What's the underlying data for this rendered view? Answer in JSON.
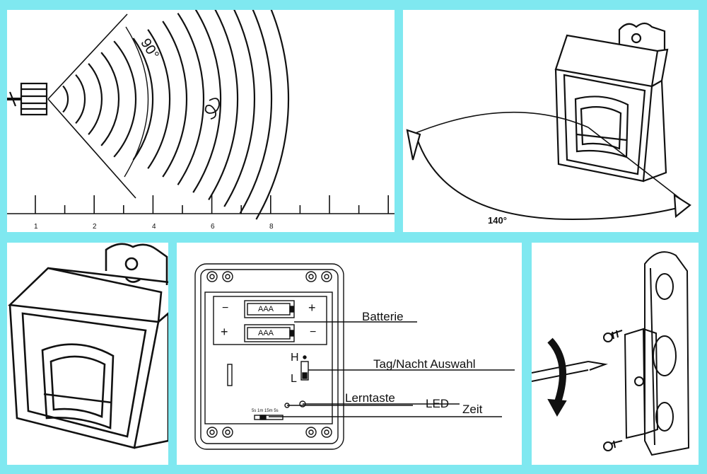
{
  "panels": {
    "detection_range": {
      "angle": "90°",
      "distance_marks": [
        "1",
        "2",
        "4",
        "6",
        "8"
      ]
    },
    "rotation": {
      "angle": "140°"
    },
    "device_view": {},
    "interior": {
      "battery_1": "AAA",
      "battery_2": "AAA",
      "plus": "+",
      "minus": "−",
      "switch_high": "H",
      "switch_low": "L",
      "dip_text": "5s 1m 15m 5s",
      "label_battery": "Batterie",
      "label_day_night": "Tag/Nacht Auswahl",
      "label_learn": "Lerntaste",
      "label_led": "LED",
      "label_time": "Zeit"
    },
    "mounting": {}
  },
  "colors": {
    "frame": "#7fe8f0",
    "line": "#111111"
  }
}
